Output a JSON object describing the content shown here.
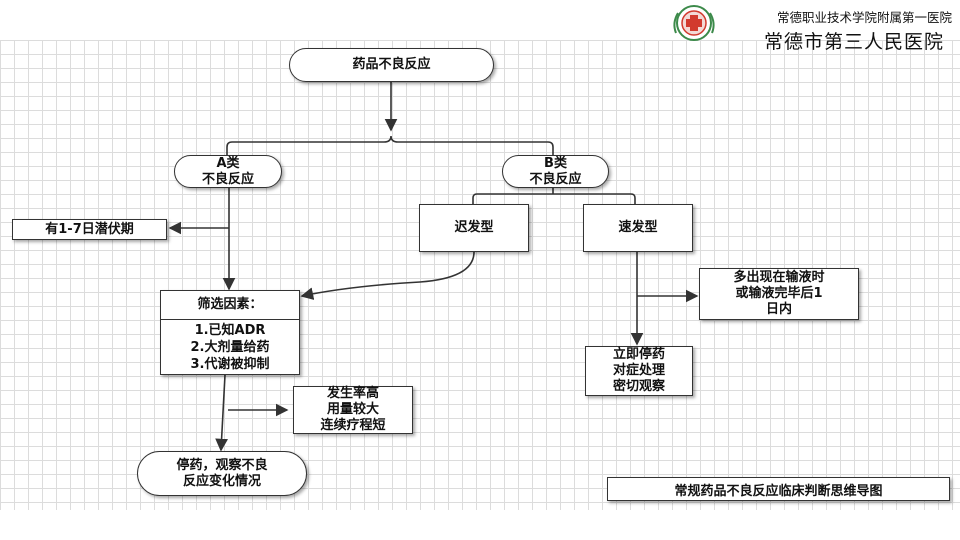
{
  "header": {
    "line1": "常德职业技术学院附属第一医院",
    "line2": "常德市第三人民医院"
  },
  "nodes": {
    "root": "药品不良反应",
    "typeA_line1": "A类",
    "typeA_line2": "不良反应",
    "typeB_line1": "B类",
    "typeB_line2": "不良反应",
    "latency": "有1-7日潜伏期",
    "delayed": "迟发型",
    "rapid": "速发型",
    "screen_title": "筛选因素：",
    "screen_items": [
      "1.已知ADR",
      "2.大剂量给药",
      "3.代谢被抑制"
    ],
    "incidence_lines": [
      "发生率高",
      "用量较大",
      "连续疗程短"
    ],
    "stop_lines": [
      "停药，观察不良",
      "反应变化情况"
    ],
    "infusion_lines": [
      "多出现在输液时",
      "或输液完毕后1",
      "日内"
    ],
    "immediate_lines": [
      "立即停药",
      "对症处理",
      "密切观察"
    ]
  },
  "caption": "常规药品不良反应临床判断思维导图",
  "colors": {
    "line": "#333333",
    "grid": "#dcdcdc",
    "logo_red": "#d23a2e",
    "logo_green": "#3c8a4a"
  },
  "icons": [
    "hospital-logo-icon"
  ]
}
